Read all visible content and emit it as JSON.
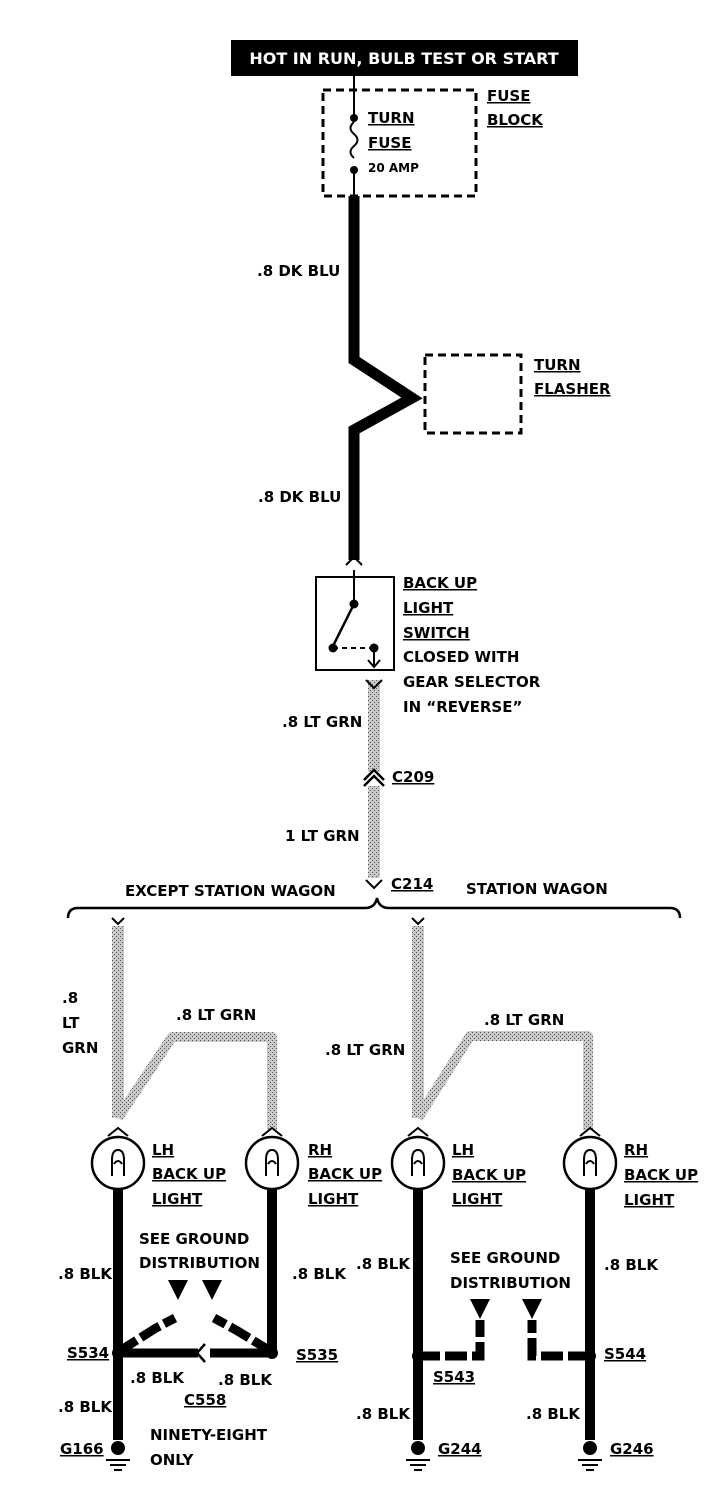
{
  "header": {
    "text": "HOT IN RUN,   BULB TEST OR START"
  },
  "fuse_block": {
    "label_line1": "FUSE",
    "label_line2": "BLOCK"
  },
  "turn_fuse": {
    "line1": "TURN",
    "line2": "FUSE",
    "rating": "20 AMP"
  },
  "turn_flasher": {
    "line1": "TURN",
    "line2": "FLASHER"
  },
  "switch": {
    "line1": "BACK UP",
    "line2": "LIGHT",
    "line3": "SWITCH",
    "note1": "CLOSED WITH",
    "note2": "GEAR SELECTOR",
    "note3": "IN “REVERSE”"
  },
  "wires": {
    "dk_blu_upper": ".8 DK BLU",
    "dk_blu_lower": ".8 DK BLU",
    "lt_grn_switch": ".8 LT GRN",
    "lt_grn_1": "1 LT GRN",
    "left_drop_1": ".8",
    "left_drop_2": "LT",
    "left_drop_3": "GRN",
    "left_cross": ".8 LT GRN",
    "right_drop": ".8 LT GRN",
    "right_cross": ".8 LT GRN",
    "blk_lh_left": ".8 BLK",
    "blk_rh_left": ".8 BLK",
    "blk_lh_right": ".8 BLK",
    "blk_rh_right": ".8 BLK",
    "blk_s534_g": ".8 BLK",
    "blk_c558_l": ".8 BLK",
    "blk_c558_r": ".8 BLK",
    "blk_s543_g": ".8 BLK",
    "blk_s544_g": ".8 BLK"
  },
  "connectors": {
    "c209": "C209",
    "c214": "C214",
    "c558": "C558"
  },
  "splices": {
    "s534": "S534",
    "s535": "S535",
    "s543": "S543",
    "s544": "S544"
  },
  "grounds": {
    "g166": "G166",
    "g244": "G244",
    "g246": "G246"
  },
  "branches": {
    "left": "EXCEPT STATION WAGON",
    "right": "STATION WAGON"
  },
  "lights": {
    "lh_left": {
      "line1": "LH",
      "line2": "BACK UP",
      "line3": "LIGHT"
    },
    "rh_left": {
      "line1": "RH",
      "line2": "BACK UP",
      "line3": "LIGHT"
    },
    "lh_right": {
      "line1": "LH",
      "line2": "BACK UP",
      "line3": "LIGHT"
    },
    "rh_right": {
      "line1": "RH",
      "line2": "BACK UP",
      "line3": "LIGHT"
    }
  },
  "ground_note_left": {
    "line1": "SEE GROUND",
    "line2": "DISTRIBUTION"
  },
  "ground_note_right": {
    "line1": "SEE GROUND",
    "line2": "DISTRIBUTION"
  },
  "ninety_eight": {
    "line1": "NINETY-EIGHT",
    "line2": "ONLY"
  }
}
